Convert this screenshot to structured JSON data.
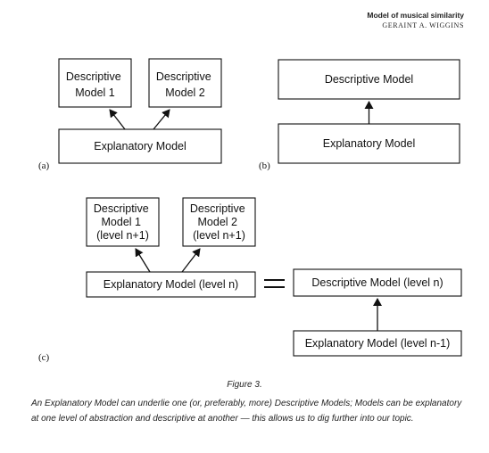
{
  "header": {
    "title": "Model of musical similarity",
    "author": "GERAINT A. WIGGINS"
  },
  "panels": {
    "a": {
      "label": "(a)",
      "descriptive_1": [
        "Descriptive",
        "Model 1"
      ],
      "descriptive_2": [
        "Descriptive",
        "Model 2"
      ],
      "explanatory": "Explanatory Model"
    },
    "b": {
      "label": "(b)",
      "descriptive": "Descriptive Model",
      "explanatory": "Explanatory Model"
    },
    "c": {
      "label": "(c)",
      "descriptive_1": [
        "Descriptive",
        "Model 1",
        "(level n+1)"
      ],
      "descriptive_2": [
        "Descriptive",
        "Model 2",
        "(level n+1)"
      ],
      "explanatory_n": "Explanatory Model (level n)",
      "descriptive_n": "Descriptive Model (level n)",
      "explanatory_n_minus_1": "Explanatory Model (level n-1)"
    }
  },
  "caption": {
    "title": "Figure 3.",
    "text": "An Explanatory Model can underlie one (or, preferably, more) Descriptive Models; Models can be explanatory at one level of abstraction and descriptive at another — this allows us to dig further into our topic."
  }
}
